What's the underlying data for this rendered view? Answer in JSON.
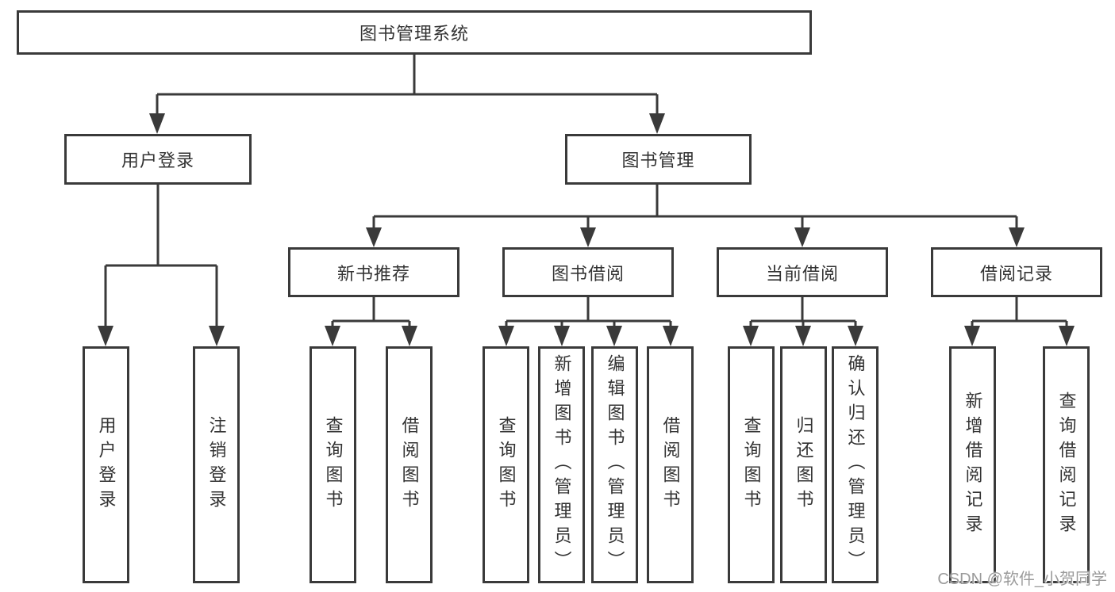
{
  "diagram": {
    "root": {
      "label": "图书管理系统"
    },
    "branches": [
      {
        "label": "用户登录",
        "children": [
          {
            "label": "用户登录"
          },
          {
            "label": "注销登录"
          }
        ]
      },
      {
        "label": "图书管理",
        "children": [
          {
            "label": "新书推荐",
            "children": [
              {
                "label": "查询图书"
              },
              {
                "label": "借阅图书"
              }
            ]
          },
          {
            "label": "图书借阅",
            "children": [
              {
                "label": "查询图书"
              },
              {
                "label": "新增图书（管理员）"
              },
              {
                "label": "编辑图书（管理员）"
              },
              {
                "label": "借阅图书"
              }
            ]
          },
          {
            "label": "当前借阅",
            "children": [
              {
                "label": "查询图书"
              },
              {
                "label": "归还图书"
              },
              {
                "label": "确认归还（管理员）"
              }
            ]
          },
          {
            "label": "借阅记录",
            "children": [
              {
                "label": "新增借阅记录"
              },
              {
                "label": "查询借阅记录"
              }
            ]
          }
        ]
      }
    ]
  },
  "watermark": {
    "text": "CSDN @软件_小贺同学"
  },
  "colors": {
    "line": "#3a3a3a",
    "text": "#333333",
    "background": "#ffffff",
    "watermark": "#9b9b9b"
  }
}
